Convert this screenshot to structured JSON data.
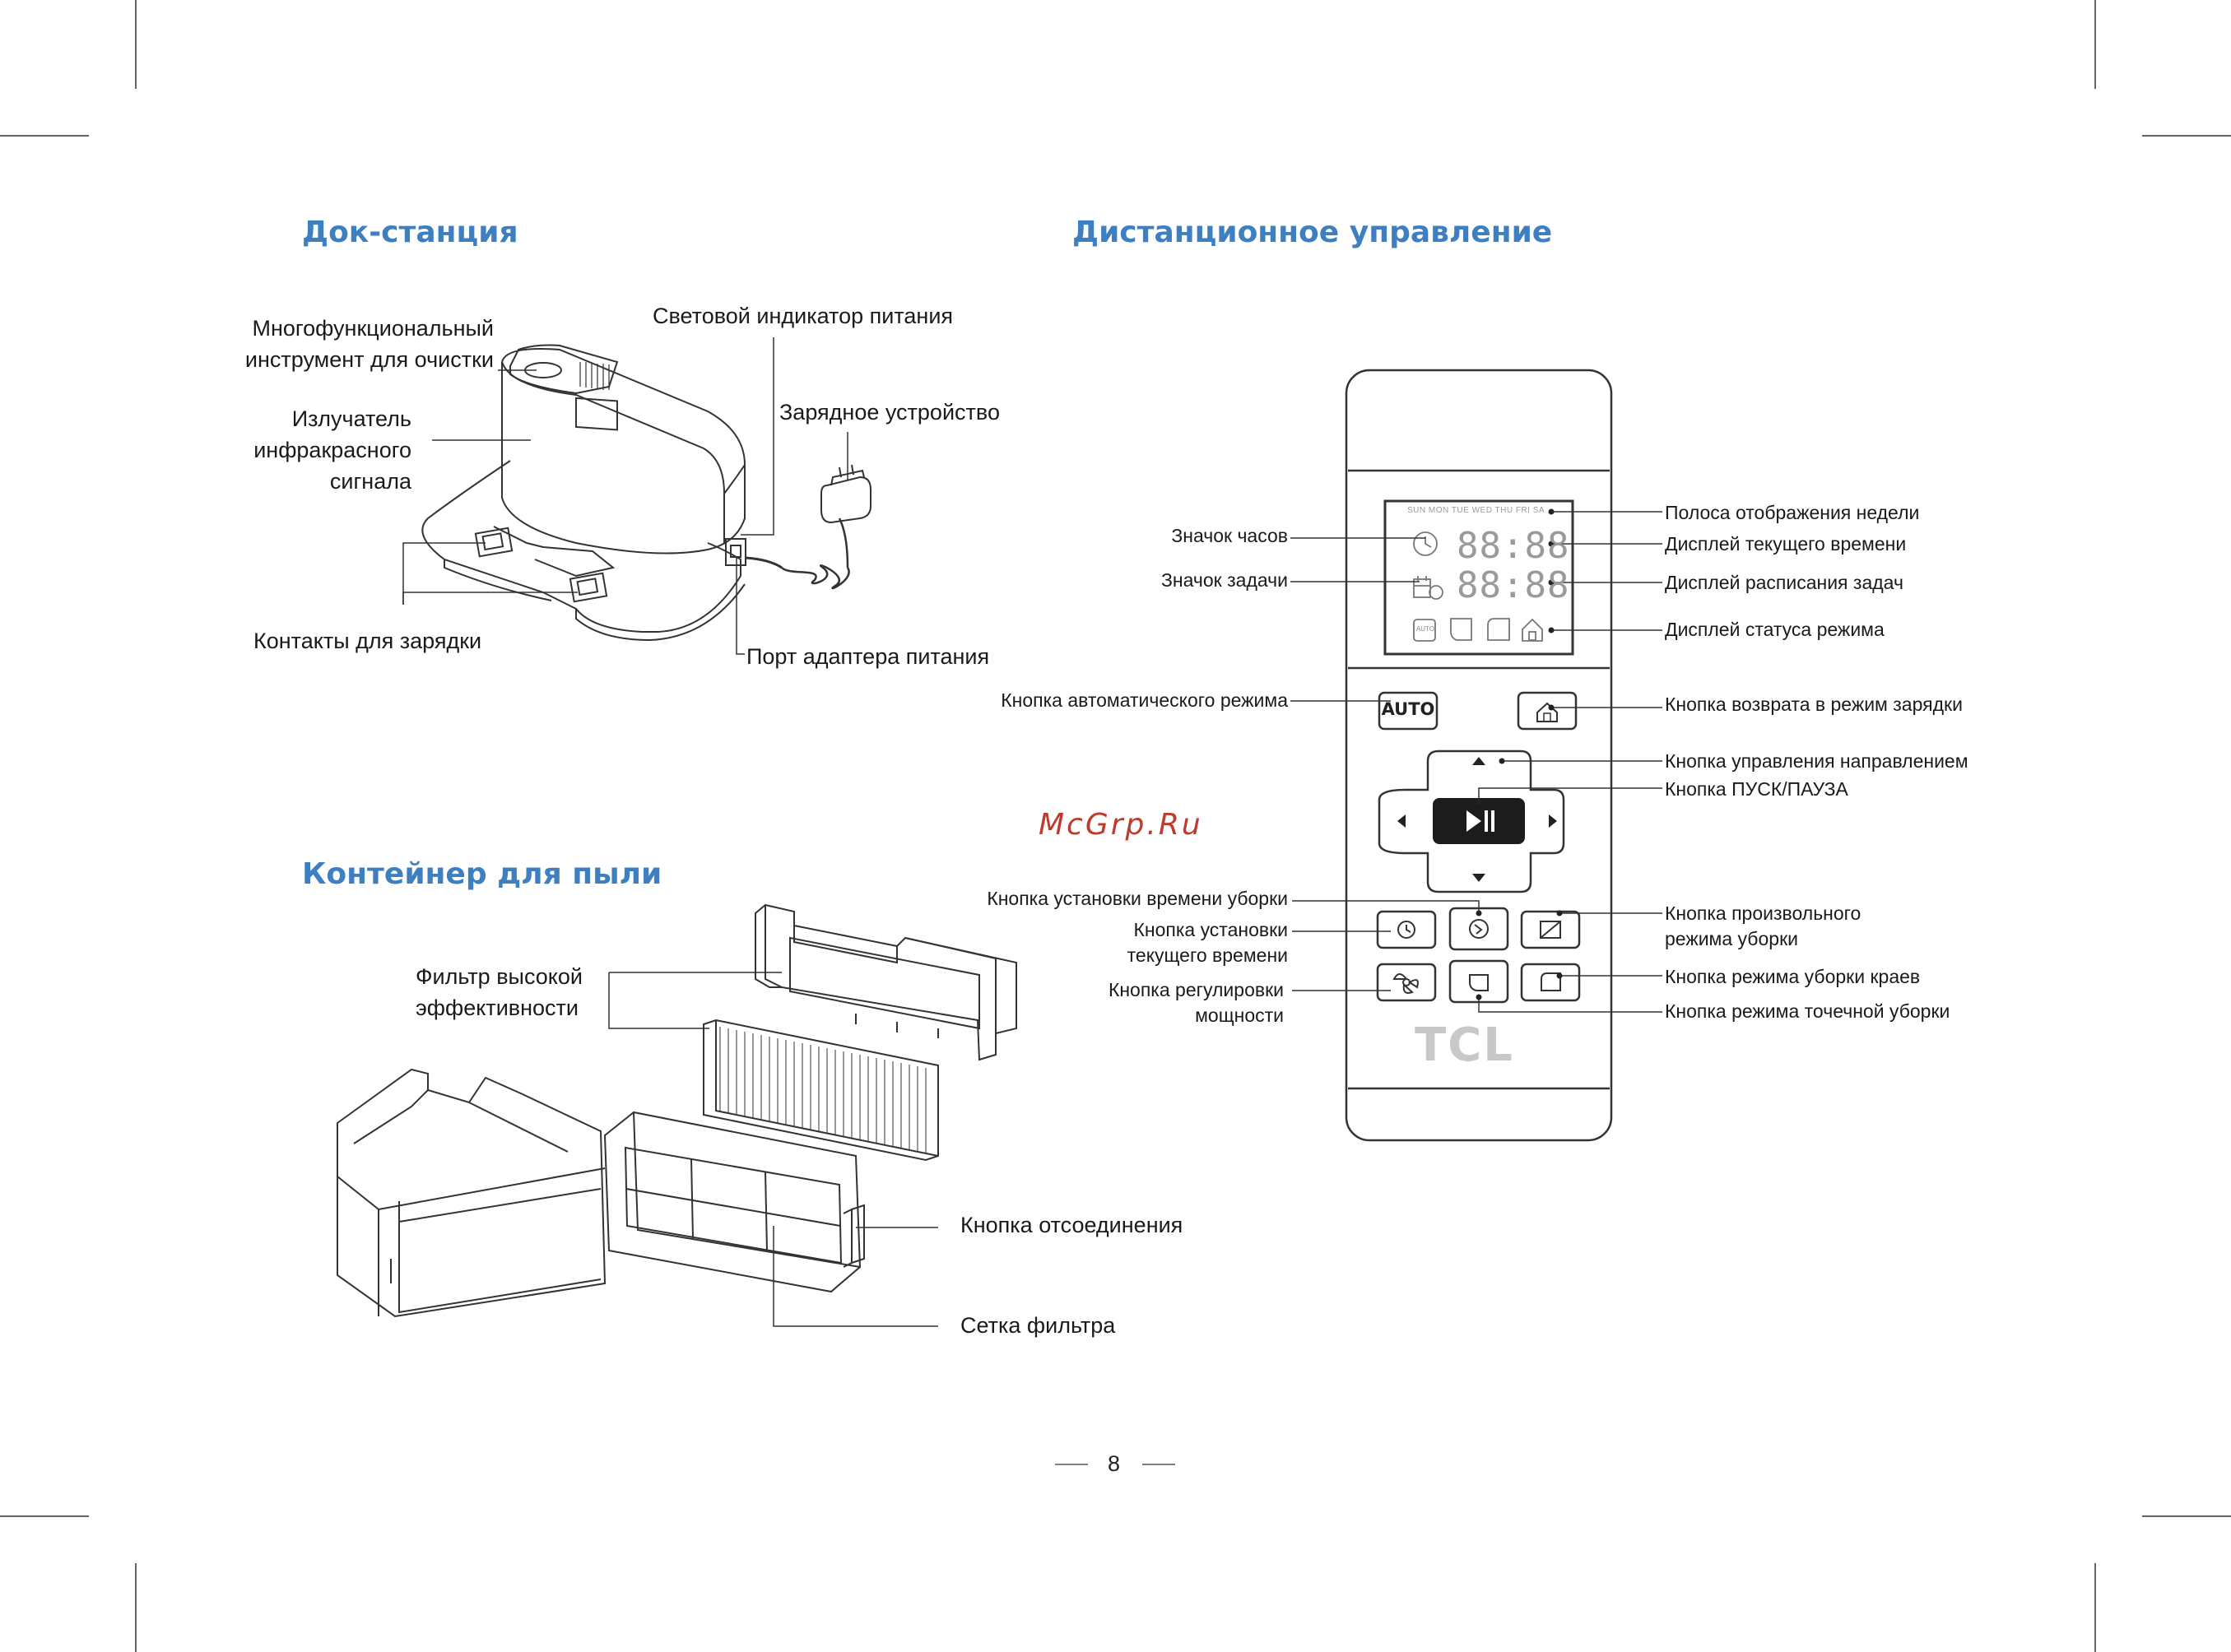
{
  "page_number": "8",
  "watermark": "McGrp.Ru",
  "dock": {
    "title": "Док-станция",
    "cleaning_tool": "Многофункциональный\nинструмент для очистки",
    "ir_emitter": "Излучатель\nинфракрасного\nсигнала",
    "contacts": "Контакты для зарядки",
    "power_led": "Световой индикатор питания",
    "charger": "Зарядное устройство",
    "adapter_port": "Порт адаптера питания"
  },
  "dust": {
    "title": "Контейнер для пыли",
    "hepa": "Фильтр высокой\nэффективности",
    "release": "Кнопка отсоединения",
    "mesh": "Сетка фильтра"
  },
  "remote": {
    "title": "Дистанционное управление",
    "week_bar": "SUN MON TUE WED THU FRI SA",
    "time_digits": "88:88",
    "sched_digits": "88:88",
    "auto_small": "AUTO",
    "auto_btn": "AUTO",
    "brand": "TCL",
    "left": {
      "clock_icon": "Значок часов",
      "task_icon": "Значок задачи",
      "auto_mode": "Кнопка автоматического режима",
      "set_clean_time": "Кнопка установки времени уборки",
      "set_current_time": "Кнопка установки\nтекущего времени",
      "power_adjust": "Кнопка регулировки\nмощности"
    },
    "right": {
      "week_strip": "Полоса отображения недели",
      "time_display": "Дисплей текущего времени",
      "schedule_display": "Дисплей расписания задач",
      "mode_display": "Дисплей статуса режима",
      "return_charge": "Кнопка возврата в режим зарядки",
      "direction": "Кнопка управления направлением",
      "play_pause": "Кнопка ПУСК/ПАУЗА",
      "random_mode": "Кнопка произвольного\nрежима уборки",
      "edge_mode": "Кнопка режима уборки краев",
      "spot_mode": "Кнопка режима точечной уборки"
    }
  }
}
